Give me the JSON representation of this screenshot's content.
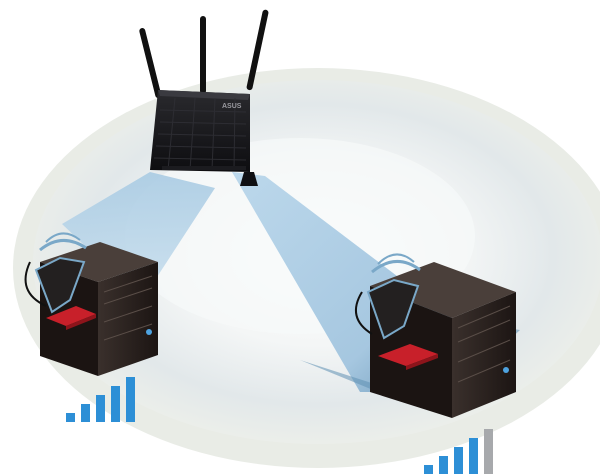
{
  "router": {
    "brand_text": "ASUS",
    "antenna_count": 3
  },
  "clients": [
    {
      "id": "left-pc",
      "signal": {
        "bars_total": 5,
        "bars_on": 5
      }
    },
    {
      "id": "right-pc",
      "signal": {
        "bars_total": 5,
        "bars_on": 4
      }
    }
  ],
  "colors": {
    "coverage_outer": "#e9ece6",
    "coverage_mid": "#dfe6e7",
    "coverage_inner": "#f4f6f6",
    "beam_light": "#c9dfee",
    "beam_dark": "#5f8fb3",
    "signal_on": "#2d8fd6",
    "signal_off": "#a7a9ac",
    "case_body": "#241c1a",
    "adapter_red": "#c8202a"
  }
}
